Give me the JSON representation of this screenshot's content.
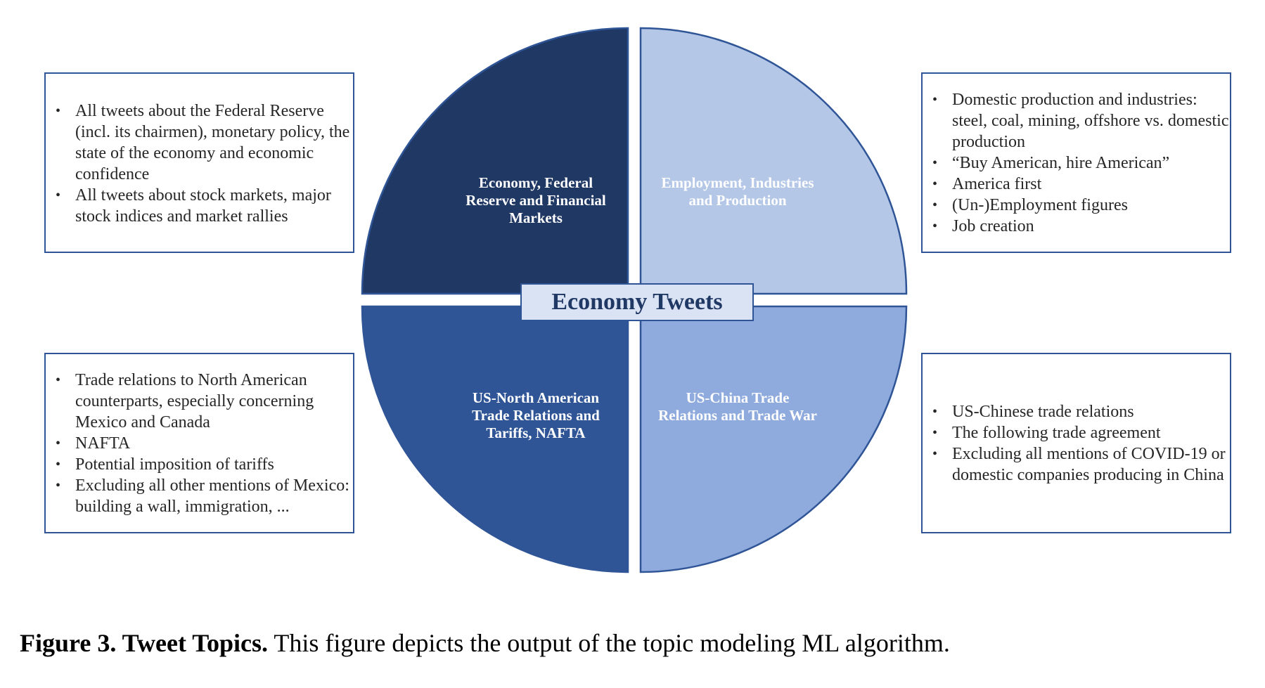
{
  "diagram": {
    "center_label": "Economy Tweets",
    "quadrants": [
      {
        "label": "Economy, Federal Reserve and Financial Markets",
        "color": "#203864",
        "bullets": [
          "All tweets about the Federal Reserve (incl. its chairmen), monetary policy, the state of the economy and economic confidence",
          "All tweets about stock markets, major stock indices and market rallies"
        ]
      },
      {
        "label": "Employment, Industries and Production",
        "color": "#b4c7e7",
        "bullets": [
          "Domestic production and industries: steel, coal, mining, offshore vs. domestic production",
          "“Buy American, hire American”",
          "America first",
          "(Un-)Employment figures",
          "Job creation"
        ]
      },
      {
        "label": "US-North American Trade Relations and Tariffs, NAFTA",
        "color": "#2f5597",
        "bullets": [
          "Trade relations to North American counterparts, especially concerning Mexico and Canada",
          "NAFTA",
          "Potential imposition of tariffs",
          "Excluding all other mentions of Mexico: building a wall, immigration, ..."
        ]
      },
      {
        "label": "US-China Trade Relations and Trade War",
        "color": "#8faadc",
        "bullets": [
          "US-Chinese trade relations",
          "The following trade agreement",
          "Excluding all mentions of COVID-19 or domestic companies producing in China"
        ]
      }
    ],
    "outline_color": "#2f5597"
  },
  "caption": {
    "bold": "Figure 3. Tweet Topics.",
    "text": " This figure depicts the output of the topic modeling ML algorithm."
  }
}
